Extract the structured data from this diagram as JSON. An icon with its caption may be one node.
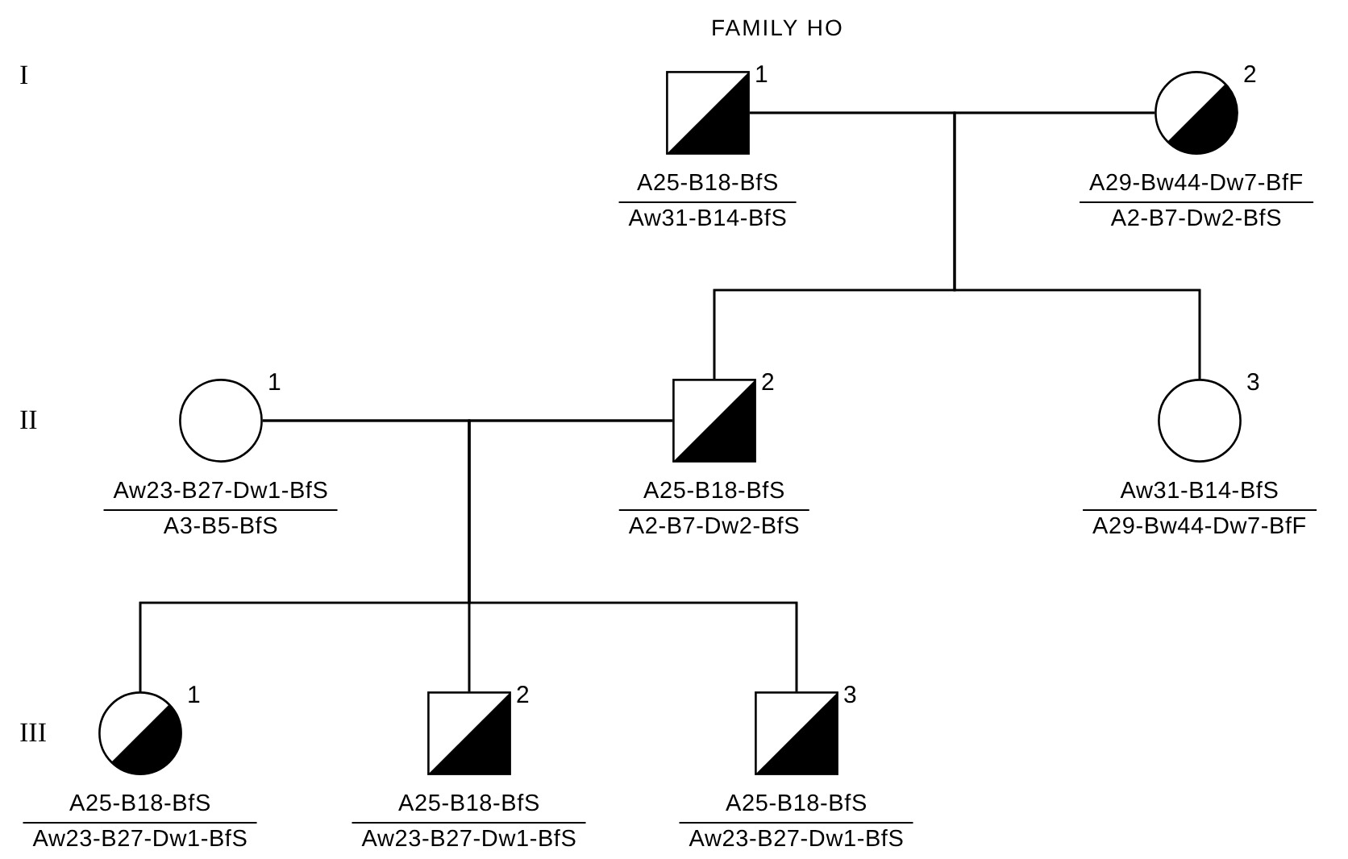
{
  "diagram": {
    "title": "FAMILY HO",
    "nodes": [
      {
        "text": [],
        "shape": "box",
        "beside": [
          "1",
          "A25-B18-BfS",
          "Aw31-B14-BfS"
        ]
      },
      {
        "text": [],
        "shape": "circle",
        "beside": [
          "2",
          "A29-Bw44-Dw7-BfF",
          "A2-B7-Dw2-BfS"
        ]
      },
      {
        "text": [],
        "shape": "circle",
        "beside": [
          "1",
          "Aw23-B27-Dw1-BfS",
          "A3-B5-BfS"
        ]
      },
      {
        "text": [],
        "shape": "box",
        "beside": [
          "2",
          "A25-B18-BfS",
          "A2-B7-Dw2-BfS"
        ]
      },
      {
        "text": [],
        "shape": "circle",
        "beside": [
          "3",
          "Aw31-B14-BfS",
          "A29-Bw44-Dw7-BfF"
        ]
      },
      {
        "text": [],
        "shape": "circle",
        "beside": [
          "1",
          "A25-B18-BfS",
          "Aw23-B27-Dw1-BfS"
        ]
      },
      {
        "text": [],
        "shape": "box",
        "beside": [
          "2",
          "A25-B18-BfS",
          "Aw23-B27-Dw1-BfS"
        ]
      },
      {
        "text": [],
        "shape": "box",
        "beside": [
          "3",
          "A25-B18-BfS",
          "Aw23-B27-Dw1-BfS"
        ]
      }
    ],
    "edges": [
      {
        "from": 0,
        "to": 1,
        "arrow": "none"
      },
      {
        "from": 0,
        "to": 3,
        "arrow": "none"
      },
      {
        "from": 1,
        "to": 3,
        "arrow": "none"
      },
      {
        "from": 0,
        "to": 4,
        "arrow": "none"
      },
      {
        "from": 1,
        "to": 4,
        "arrow": "none"
      },
      {
        "from": 2,
        "to": 3,
        "arrow": "none"
      },
      {
        "from": 2,
        "to": 5,
        "arrow": "none"
      },
      {
        "from": 3,
        "to": 5,
        "arrow": "none"
      },
      {
        "from": 2,
        "to": 6,
        "arrow": "none"
      },
      {
        "from": 3,
        "to": 6,
        "arrow": "none"
      },
      {
        "from": 2,
        "to": 7,
        "arrow": "none"
      },
      {
        "from": 3,
        "to": 7,
        "arrow": "none"
      }
    ],
    "labels": [
      "I",
      "II",
      "III"
    ]
  }
}
